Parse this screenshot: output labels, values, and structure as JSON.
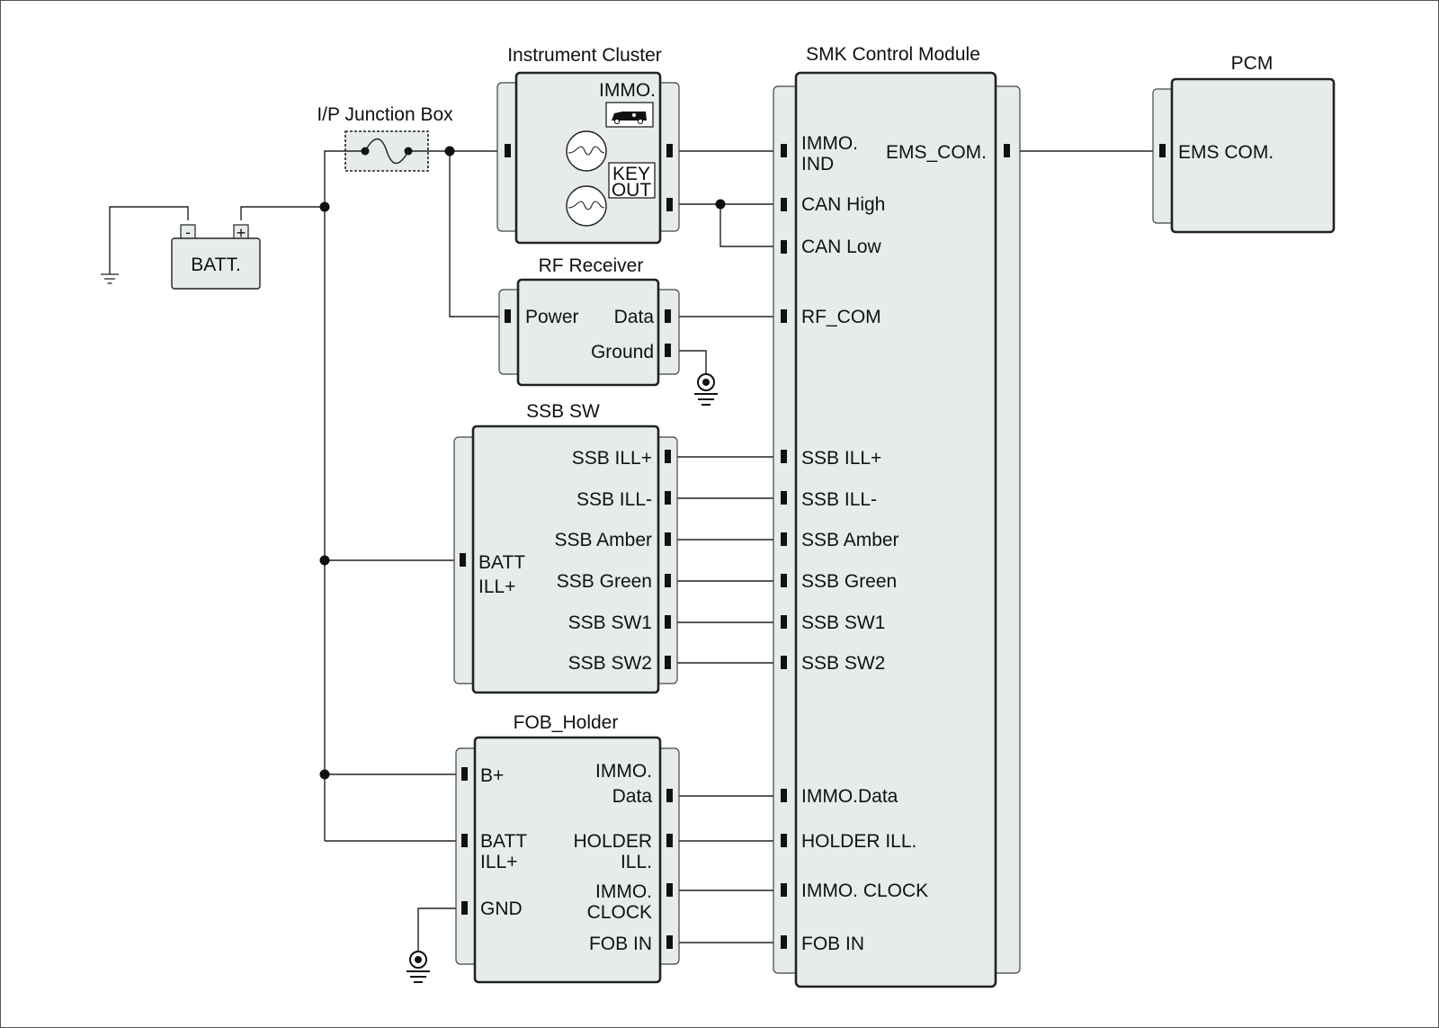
{
  "battery": {
    "label": "BATT.",
    "neg": "-",
    "pos": "+"
  },
  "junction_box": {
    "title": "I/P Junction Box"
  },
  "instrument_cluster": {
    "title": "Instrument Cluster",
    "immo": "IMMO.",
    "key_out_1": "KEY",
    "key_out_2": "OUT"
  },
  "smk": {
    "title": "SMK Control Module",
    "pins": {
      "immo_ind_1": "IMMO.",
      "immo_ind_2": "IND",
      "ems_com": "EMS_COM.",
      "can_high": "CAN High",
      "can_low": "CAN Low",
      "rf_com": "RF_COM",
      "ssb_ill_plus": "SSB ILL+",
      "ssb_ill_minus": "SSB ILL-",
      "ssb_amber": "SSB Amber",
      "ssb_green": "SSB Green",
      "ssb_sw1": "SSB SW1",
      "ssb_sw2": "SSB SW2",
      "immo_data": "IMMO.Data",
      "holder_ill": "HOLDER ILL.",
      "immo_clock": "IMMO. CLOCK",
      "fob_in": "FOB IN"
    }
  },
  "pcm": {
    "title": "PCM",
    "ems_com": "EMS COM."
  },
  "rf_receiver": {
    "title": "RF Receiver",
    "power": "Power",
    "data": "Data",
    "ground": "Ground"
  },
  "ssb_sw": {
    "title": "SSB SW",
    "batt_1": "BATT",
    "batt_2": "ILL+",
    "ssb_ill_plus": "SSB ILL+",
    "ssb_ill_minus": "SSB ILL-",
    "ssb_amber": "SSB Amber",
    "ssb_green": "SSB Green",
    "ssb_sw1": "SSB SW1",
    "ssb_sw2": "SSB SW2"
  },
  "fob_holder": {
    "title": "FOB_Holder",
    "b_plus": "B+",
    "batt_1": "BATT",
    "batt_2": "ILL+",
    "gnd": "GND",
    "immo_data_1": "IMMO.",
    "immo_data_2": "Data",
    "holder_ill_1": "HOLDER",
    "holder_ill_2": "ILL.",
    "immo_clock_1": "IMMO.",
    "immo_clock_2": "CLOCK",
    "fob_in": "FOB IN"
  }
}
